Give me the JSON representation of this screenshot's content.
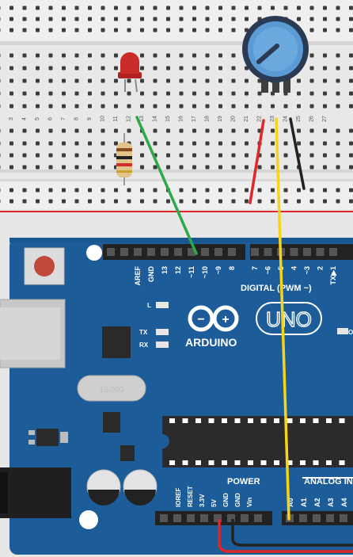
{
  "breadboard": {
    "column_numbers": [
      "3",
      "4",
      "5",
      "6",
      "7",
      "8",
      "9",
      "10",
      "11",
      "12",
      "13",
      "14",
      "15",
      "16",
      "17",
      "18",
      "19",
      "20",
      "21",
      "22",
      "23",
      "24",
      "25",
      "26",
      "27"
    ]
  },
  "arduino": {
    "brand": "ARDUINO",
    "model": "UNO",
    "logo_symbols": {
      "minus": "−",
      "plus": "+"
    },
    "digital_title": "DIGITAL (PWM ~)",
    "digital_pins": [
      "AREF",
      "GND",
      "13",
      "12",
      "~11",
      "~10",
      "~9",
      "8",
      "7",
      "~6",
      "~5",
      "4",
      "~3",
      "2",
      "TX▶1"
    ],
    "led_labels": [
      "L",
      "TX",
      "RX"
    ],
    "crystal_label": "16.000",
    "power_title": "POWER",
    "power_pins": [
      "IOREF",
      "RESET",
      "3.3V",
      "5V",
      "GND",
      "GND",
      "Vin"
    ],
    "analog_title": "ANALOG IN",
    "analog_pins": [
      "A0",
      "A1",
      "A2",
      "A3",
      "A4"
    ],
    "edge_label": "ON"
  },
  "colors": {
    "board_blue": "#1c5d99",
    "breadboard": "#e6e6e6",
    "wire_green": "#2da84a",
    "wire_red": "#e0262b",
    "wire_yellow": "#f7d417",
    "wire_black": "#222222",
    "led_red": "#c92a2a",
    "pot_knob": "#5b9bd5"
  }
}
